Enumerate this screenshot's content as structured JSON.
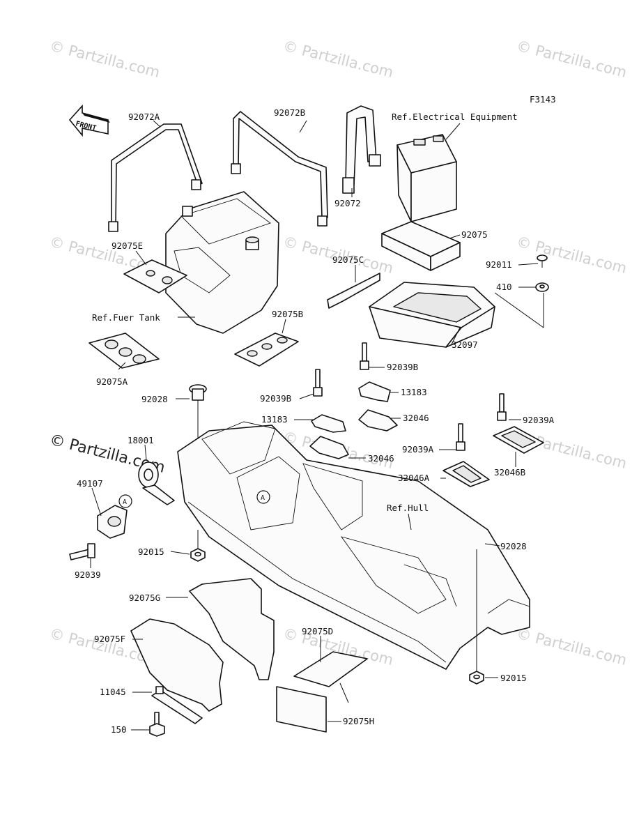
{
  "diagram": {
    "code": "F3143",
    "front_label": "FRONT",
    "callout_letter": "A",
    "watermark": "© Partzilla.com",
    "labels": {
      "l_92072A": "92072A",
      "l_92072B": "92072B",
      "l_92072": "92072",
      "l_ref_elec": "Ref.Electrical Equipment",
      "l_92075": "92075",
      "l_92075E": "92075E",
      "l_92075C": "92075C",
      "l_92011": "92011",
      "l_410": "410",
      "l_ref_fuel": "Ref.Fuer Tank",
      "l_92075B": "92075B",
      "l_32097": "32097",
      "l_92075A": "92075A",
      "l_92039B_1": "92039B",
      "l_92039B_2": "92039B",
      "l_13183_1": "13183",
      "l_13183_2": "13183",
      "l_32046_1": "32046",
      "l_32046_2": "32046",
      "l_92028_1": "92028",
      "l_92028_2": "92028",
      "l_92039A_1": "92039A",
      "l_92039A_2": "92039A",
      "l_18001": "18001",
      "l_32046B": "32046B",
      "l_32046A": "32046A",
      "l_49107": "49107",
      "l_ref_hull": "Ref.Hull",
      "l_92015_1": "92015",
      "l_92015_2": "92015",
      "l_92039": "92039",
      "l_92075G": "92075G",
      "l_92075F": "92075F",
      "l_92075D": "92075D",
      "l_11045": "11045",
      "l_150": "150",
      "l_92075H": "92075H"
    }
  }
}
